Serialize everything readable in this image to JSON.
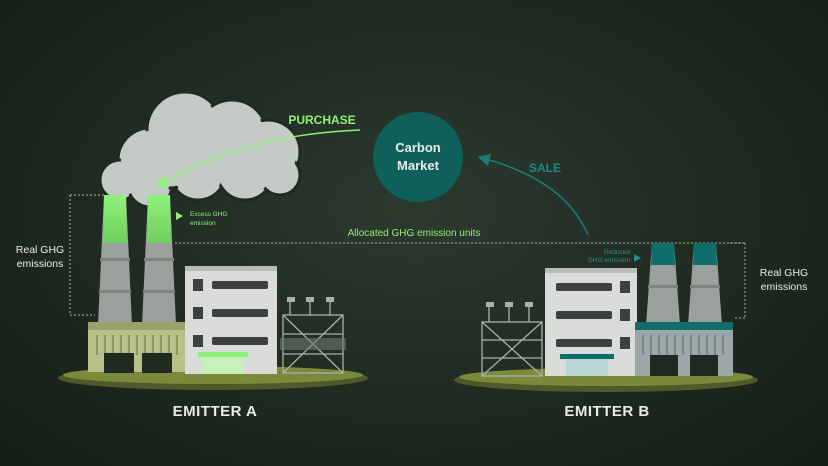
{
  "labels": {
    "purchase": "PURCHASE",
    "sale": "SALE",
    "market_line1": "Carbon",
    "market_line2": "Market",
    "excess_line1": "Excess GHG",
    "excess_line2": "emission",
    "reduced_line1": "Reduced",
    "reduced_line2": "GHG emission",
    "allocated": "Allocated GHG emission units",
    "real_left_line1": "Real GHG",
    "real_left_line2": "emissions",
    "real_right_line1": "Real GHG",
    "real_right_line2": "emissions",
    "emitter_a": "EMITTER A",
    "emitter_b": "EMITTER B"
  },
  "colors": {
    "background": "#1f2a21",
    "green_accent": "#8ff07a",
    "teal_accent": "#0f6e6a",
    "market_circle": "#0f5f5a",
    "cloud": "#c7cec9",
    "ground": "#4e5a2a",
    "text_light": "#e8ece8"
  }
}
